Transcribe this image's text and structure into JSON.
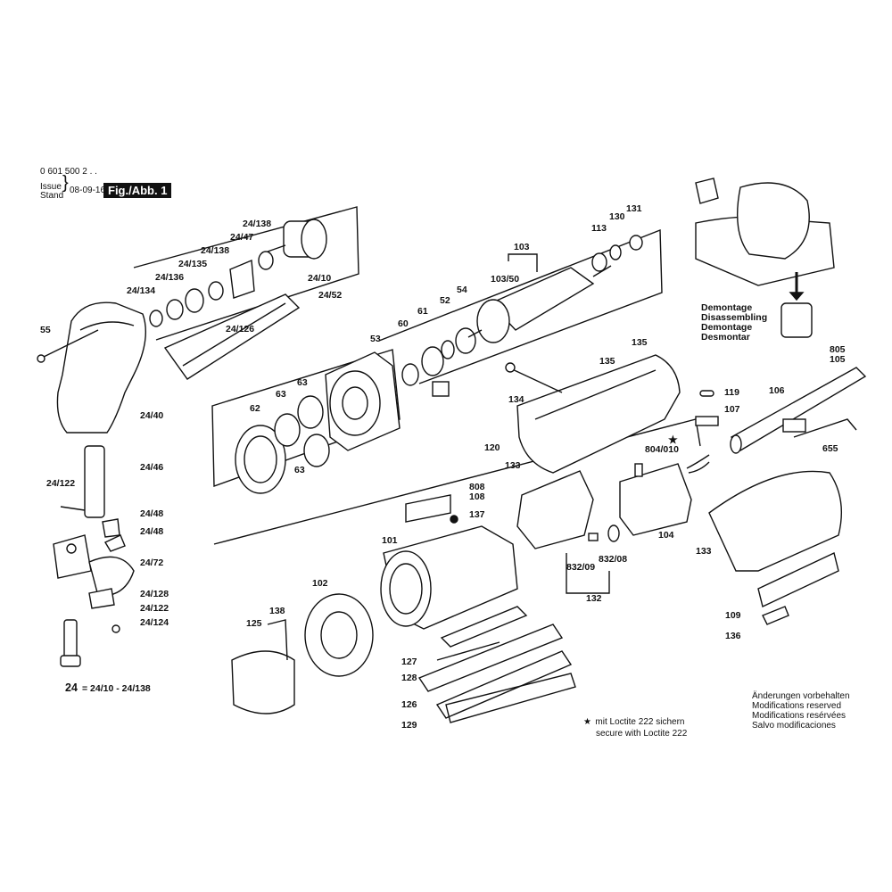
{
  "header": {
    "part_number": "0 601 500 2 . .",
    "issue_label": "Issue",
    "stand_label": "Stand",
    "date": "08-09-16",
    "figure_label": "Fig./Abb. 1"
  },
  "callouts": {
    "c24_138a": "24/138",
    "c24_47": "24/47",
    "c24_138b": "24/138",
    "c24_135": "24/135",
    "c24_136": "24/136",
    "c24_134": "24/134",
    "c24_10": "24/10",
    "c24_52": "24/52",
    "c55": "55",
    "c24_126": "24/126",
    "c24_40": "24/40",
    "c24_46": "24/46",
    "c24_122a": "24/122",
    "c24_48a": "24/48",
    "c24_48b": "24/48",
    "c24_72": "24/72",
    "c24_128": "24/128",
    "c24_122b": "24/122",
    "c24_124": "24/124",
    "c62": "62",
    "c63a": "63",
    "c63b": "63",
    "c63c": "63",
    "c53": "53",
    "c60": "60",
    "c61": "61",
    "c52": "52",
    "c54": "54",
    "c103": "103",
    "c103_50": "103/50",
    "c113": "113",
    "c130": "130",
    "c131": "131",
    "c135a": "135",
    "c135b": "135",
    "c134": "134",
    "c120": "120",
    "c133a": "133",
    "c119": "119",
    "c107": "107",
    "c106": "106",
    "c805": "805",
    "c105": "105",
    "c655": "655",
    "c804_010": "804/010",
    "c808": "808",
    "c108": "108",
    "c137": "137",
    "c101": "101",
    "c104": "104",
    "c133b": "133",
    "c832_09": "832/09",
    "c832_08": "832/08",
    "c132": "132",
    "c102": "102",
    "c138": "138",
    "c125": "125",
    "c127": "127",
    "c128": "128",
    "c126": "126",
    "c129": "129",
    "c109": "109",
    "c136": "136"
  },
  "disassembly_labels": [
    "Demontage",
    "Disassembling",
    "Demontage",
    "Desmontar"
  ],
  "legend_24": {
    "key": "24",
    "value": "= 24/10 - 24/138"
  },
  "loctite_note": {
    "star": "★",
    "line1": "mit Loctite 222 sichern",
    "line2": "secure with Loctite 222"
  },
  "modifications_note": [
    "Änderungen vorbehalten",
    "Modifications reserved",
    "Modifications resérvées",
    "Salvo modificaciones"
  ]
}
